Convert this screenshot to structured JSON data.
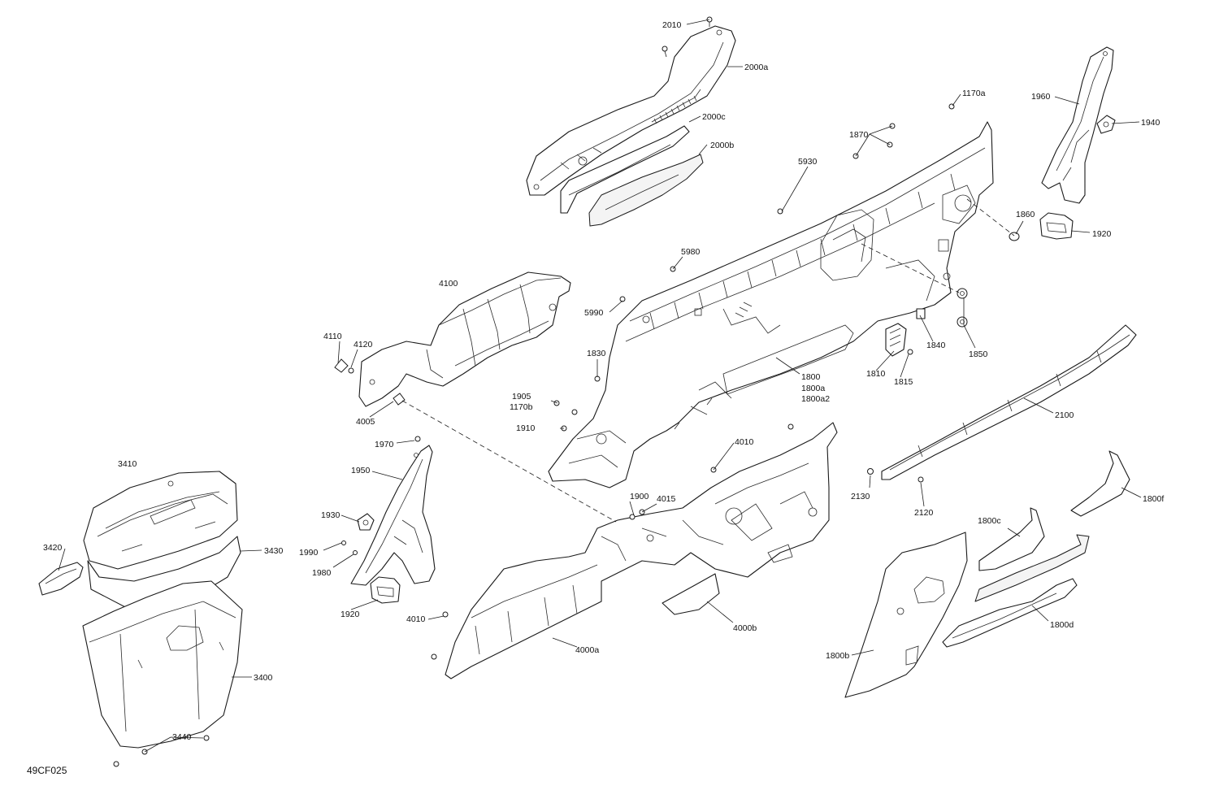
{
  "drawing_code": "49CF025",
  "callouts": [
    {
      "id": "2010",
      "text": "2010"
    },
    {
      "id": "2000a",
      "text": "2000a"
    },
    {
      "id": "2000c",
      "text": "2000c"
    },
    {
      "id": "2000b",
      "text": "2000b"
    },
    {
      "id": "1170a",
      "text": "1170a"
    },
    {
      "id": "1870",
      "text": "1870"
    },
    {
      "id": "5930",
      "text": "5930"
    },
    {
      "id": "1960",
      "text": "1960"
    },
    {
      "id": "1940",
      "text": "1940"
    },
    {
      "id": "1860",
      "text": "1860"
    },
    {
      "id": "1920r",
      "text": "1920"
    },
    {
      "id": "5980",
      "text": "5980"
    },
    {
      "id": "4100",
      "text": "4100"
    },
    {
      "id": "5990",
      "text": "5990"
    },
    {
      "id": "4110",
      "text": "4110"
    },
    {
      "id": "4120",
      "text": "4120"
    },
    {
      "id": "1830",
      "text": "1830"
    },
    {
      "id": "1840",
      "text": "1840"
    },
    {
      "id": "1850",
      "text": "1850"
    },
    {
      "id": "1800",
      "text": "1800"
    },
    {
      "id": "1800a",
      "text": "1800a"
    },
    {
      "id": "1800a2",
      "text": "1800a2"
    },
    {
      "id": "1810",
      "text": "1810"
    },
    {
      "id": "1815",
      "text": "1815"
    },
    {
      "id": "4005",
      "text": "4005"
    },
    {
      "id": "1905",
      "text": "1905"
    },
    {
      "id": "1170b",
      "text": "1170b"
    },
    {
      "id": "1910",
      "text": "1910"
    },
    {
      "id": "2100",
      "text": "2100"
    },
    {
      "id": "1970",
      "text": "1970"
    },
    {
      "id": "4010a",
      "text": "4010"
    },
    {
      "id": "3410",
      "text": "3410"
    },
    {
      "id": "1950",
      "text": "1950"
    },
    {
      "id": "2130",
      "text": "2130"
    },
    {
      "id": "2120",
      "text": "2120"
    },
    {
      "id": "1800f",
      "text": "1800f"
    },
    {
      "id": "1900",
      "text": "1900"
    },
    {
      "id": "4015",
      "text": "4015"
    },
    {
      "id": "1930",
      "text": "1930"
    },
    {
      "id": "1800c",
      "text": "1800c"
    },
    {
      "id": "3420",
      "text": "3420"
    },
    {
      "id": "3430",
      "text": "3430"
    },
    {
      "id": "1990",
      "text": "1990"
    },
    {
      "id": "1980",
      "text": "1980"
    },
    {
      "id": "1920l",
      "text": "1920"
    },
    {
      "id": "4000b",
      "text": "4000b"
    },
    {
      "id": "4010b",
      "text": "4010"
    },
    {
      "id": "1800d",
      "text": "1800d"
    },
    {
      "id": "4000a",
      "text": "4000a"
    },
    {
      "id": "3400",
      "text": "3400"
    },
    {
      "id": "1800b",
      "text": "1800b"
    },
    {
      "id": "3440",
      "text": "3440"
    }
  ]
}
